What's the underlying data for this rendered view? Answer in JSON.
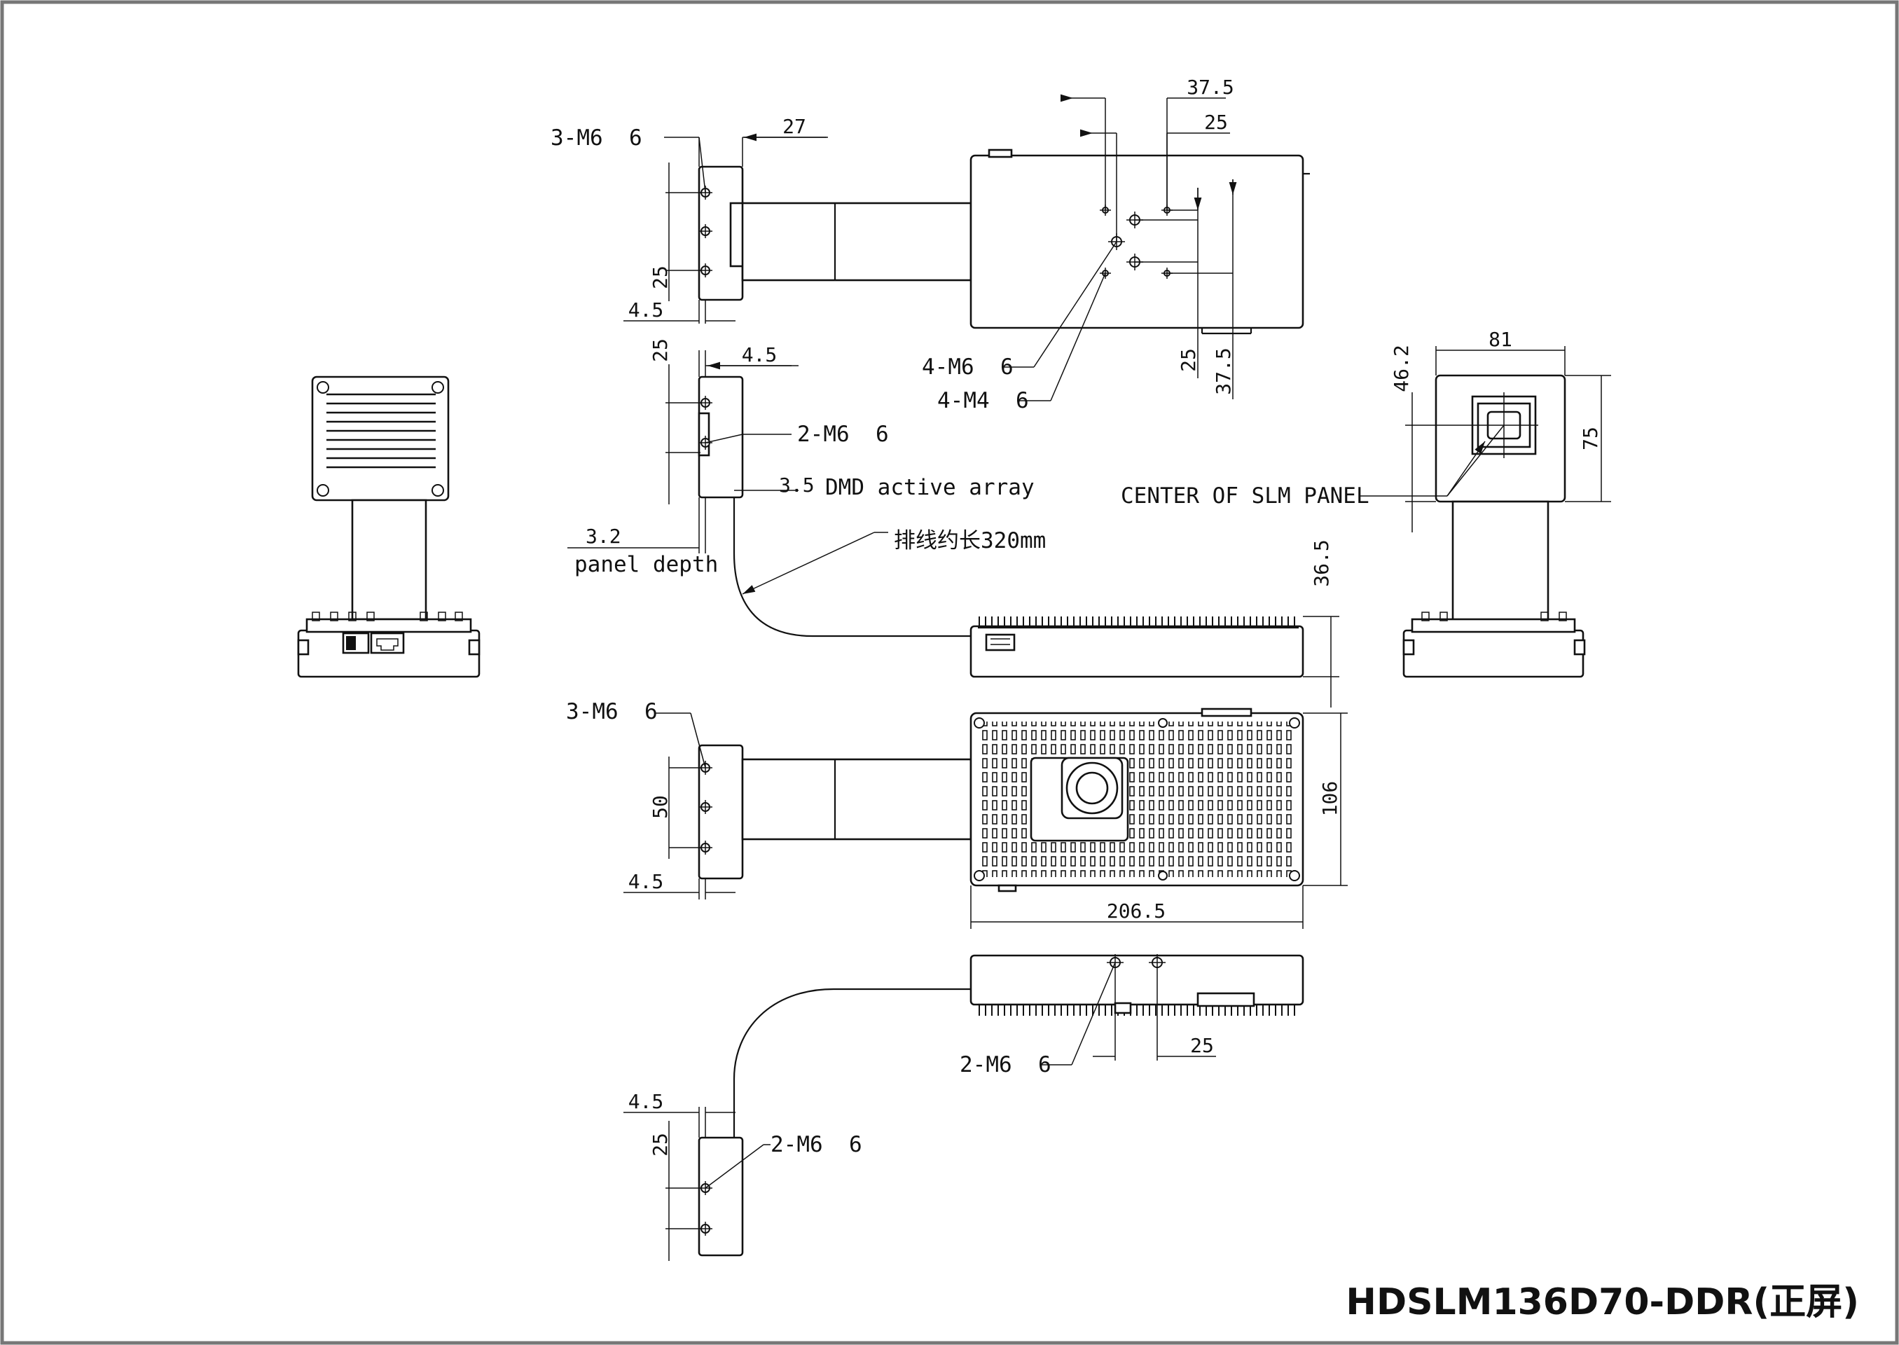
{
  "title": "HDSLM136D70-DDR(正屏)",
  "dimensions": {
    "top_thread_left": "3-M6  6",
    "top_27": "27",
    "top_25_left": "25",
    "top_45_left": "4.5",
    "top_375": "37.5",
    "top_25_top": "25",
    "top_25_right": "25",
    "top_375_right": "37.5",
    "holes_m6": "4-M6  6",
    "holes_m4": "4-M4  6",
    "mid_25": "25",
    "mid_45": "4.5",
    "mid_2m6": "2-M6  6",
    "mid_35": "3.5",
    "dmd_label": "DMD active array",
    "mid_32": "3.2",
    "panel_depth": "panel depth",
    "cable_label": "排线约长320mm",
    "side_365": "36.5",
    "right_81": "81",
    "right_462": "46.2",
    "right_75": "75",
    "slm_center": "CENTER OF SLM PANEL",
    "plan_thread": "3-M6  6",
    "plan_50": "50",
    "plan_45": "4.5",
    "plan_106": "106",
    "plan_2065": "206.5",
    "bot_2m6": "2-M6  6",
    "bot_25": "25",
    "bot_45": "4.5",
    "bot_25_left": "25",
    "bot_2m6_left": "2-M6  6"
  },
  "colors": {
    "line": "#111111",
    "background": "#ffffff",
    "frame": "#777777"
  }
}
